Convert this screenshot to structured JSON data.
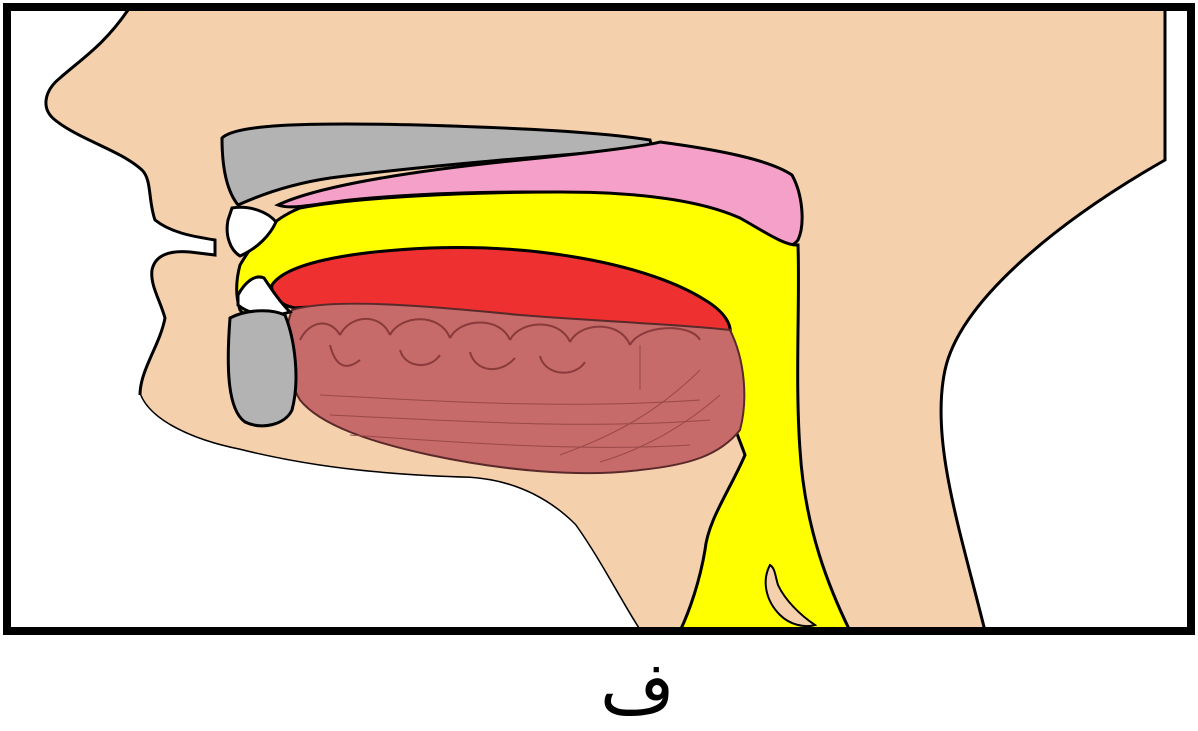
{
  "caption": {
    "letter": "ف"
  },
  "colors": {
    "border": "#000000",
    "skin": "#f5d0ac",
    "background": "#ffffff",
    "bone_gray": "#b3b3b3",
    "palate_pink": "#f5a0c8",
    "air_path_yellow": "#ffff00",
    "tongue_red": "#ee3030",
    "tongue_body": "#c66a6a",
    "teeth_white": "#ffffff"
  },
  "parts": [
    "face-profile",
    "upper-jaw",
    "soft-palate",
    "vocal-tract",
    "tongue",
    "upper-teeth",
    "lower-teeth",
    "lower-jaw",
    "throat"
  ]
}
